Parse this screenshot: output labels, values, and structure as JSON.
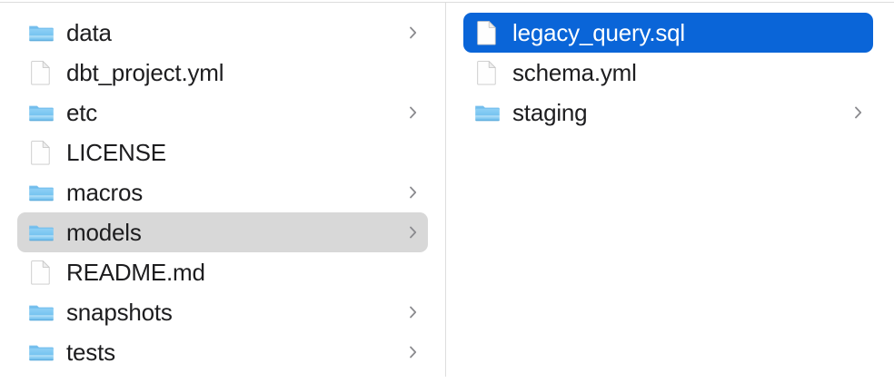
{
  "window": {
    "view": "column-view",
    "background_color": "#ffffff",
    "divider_color": "#dedede",
    "selection_active_color": "#0a65d8",
    "selection_inactive_color": "#d8d8d8",
    "text_color": "#1d1d1f",
    "selected_text_color": "#ffffff"
  },
  "columns": [
    {
      "name": "column-1",
      "items": [
        {
          "label": "data",
          "kind": "folder",
          "icon": "folder-icon",
          "chevron": true,
          "state": "normal"
        },
        {
          "label": "dbt_project.yml",
          "kind": "file",
          "icon": "document-icon",
          "chevron": false,
          "state": "normal"
        },
        {
          "label": "etc",
          "kind": "folder",
          "icon": "folder-icon",
          "chevron": true,
          "state": "normal"
        },
        {
          "label": "LICENSE",
          "kind": "file",
          "icon": "document-icon",
          "chevron": false,
          "state": "normal"
        },
        {
          "label": "macros",
          "kind": "folder",
          "icon": "folder-icon",
          "chevron": true,
          "state": "normal"
        },
        {
          "label": "models",
          "kind": "folder",
          "icon": "folder-icon",
          "chevron": true,
          "state": "selected-inactive"
        },
        {
          "label": "README.md",
          "kind": "file",
          "icon": "document-icon",
          "chevron": false,
          "state": "normal"
        },
        {
          "label": "snapshots",
          "kind": "folder",
          "icon": "folder-icon",
          "chevron": true,
          "state": "normal"
        },
        {
          "label": "tests",
          "kind": "folder",
          "icon": "folder-icon",
          "chevron": true,
          "state": "normal"
        }
      ]
    },
    {
      "name": "column-2",
      "items": [
        {
          "label": "legacy_query.sql",
          "kind": "file",
          "icon": "document-icon",
          "chevron": false,
          "state": "selected-active"
        },
        {
          "label": "schema.yml",
          "kind": "file",
          "icon": "document-icon",
          "chevron": false,
          "state": "normal"
        },
        {
          "label": "staging",
          "kind": "folder",
          "icon": "folder-icon",
          "chevron": true,
          "state": "normal"
        }
      ]
    }
  ]
}
